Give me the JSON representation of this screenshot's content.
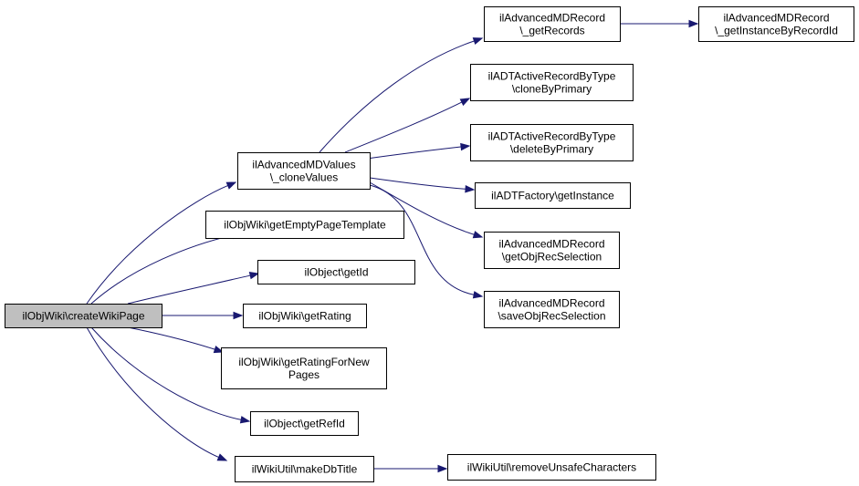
{
  "colors": {
    "edge": "#191970",
    "root_fill": "#bfbfbf",
    "node_fill": "#ffffff",
    "border": "#000000"
  },
  "nodes": [
    {
      "id": "createWikiPage",
      "lines": [
        "ilObjWiki\\createWikiPage"
      ],
      "root": true
    },
    {
      "id": "cloneValues",
      "lines": [
        "ilAdvancedMDValues",
        "\\_cloneValues"
      ]
    },
    {
      "id": "getEmptyPageTemplate",
      "lines": [
        "ilObjWiki\\getEmptyPageTemplate"
      ]
    },
    {
      "id": "getId",
      "lines": [
        "ilObject\\getId"
      ]
    },
    {
      "id": "getRating",
      "lines": [
        "ilObjWiki\\getRating"
      ]
    },
    {
      "id": "getRatingForNewPages",
      "lines": [
        "ilObjWiki\\getRatingForNew",
        "Pages"
      ]
    },
    {
      "id": "getRefId",
      "lines": [
        "ilObject\\getRefId"
      ]
    },
    {
      "id": "makeDbTitle",
      "lines": [
        "ilWikiUtil\\makeDbTitle"
      ]
    },
    {
      "id": "getRecords",
      "lines": [
        "ilAdvancedMDRecord",
        "\\_getRecords"
      ]
    },
    {
      "id": "cloneByPrimary",
      "lines": [
        "ilADTActiveRecordByType",
        "\\cloneByPrimary"
      ]
    },
    {
      "id": "deleteByPrimary",
      "lines": [
        "ilADTActiveRecordByType",
        "\\deleteByPrimary"
      ]
    },
    {
      "id": "getInstance",
      "lines": [
        "ilADTFactory\\getInstance"
      ]
    },
    {
      "id": "getObjRecSelection",
      "lines": [
        "ilAdvancedMDRecord",
        "\\getObjRecSelection"
      ]
    },
    {
      "id": "saveObjRecSelection",
      "lines": [
        "ilAdvancedMDRecord",
        "\\saveObjRecSelection"
      ]
    },
    {
      "id": "getInstanceByRecordId",
      "lines": [
        "ilAdvancedMDRecord",
        "\\_getInstanceByRecordId"
      ]
    },
    {
      "id": "removeUnsafeCharacters",
      "lines": [
        "ilWikiUtil\\removeUnsafeCharacters"
      ]
    }
  ],
  "edges": [
    [
      "createWikiPage",
      "cloneValues"
    ],
    [
      "createWikiPage",
      "getEmptyPageTemplate"
    ],
    [
      "createWikiPage",
      "getId"
    ],
    [
      "createWikiPage",
      "getRating"
    ],
    [
      "createWikiPage",
      "getRatingForNewPages"
    ],
    [
      "createWikiPage",
      "getRefId"
    ],
    [
      "createWikiPage",
      "makeDbTitle"
    ],
    [
      "cloneValues",
      "getRecords"
    ],
    [
      "cloneValues",
      "cloneByPrimary"
    ],
    [
      "cloneValues",
      "deleteByPrimary"
    ],
    [
      "cloneValues",
      "getInstance"
    ],
    [
      "cloneValues",
      "getObjRecSelection"
    ],
    [
      "cloneValues",
      "saveObjRecSelection"
    ],
    [
      "getRecords",
      "getInstanceByRecordId"
    ],
    [
      "makeDbTitle",
      "removeUnsafeCharacters"
    ]
  ]
}
